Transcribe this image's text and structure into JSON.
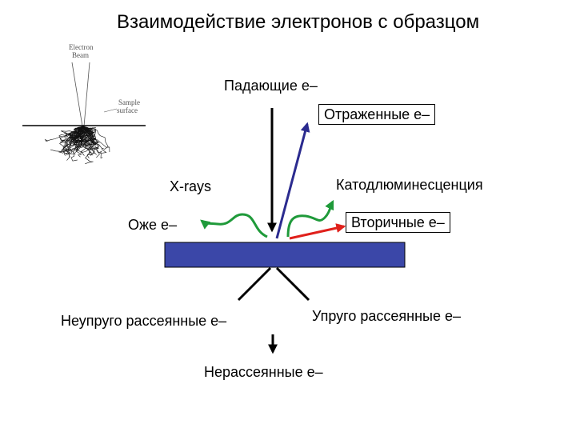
{
  "title": "Взаимодействие электронов с образцом",
  "labels": {
    "incident": "Падающие е–",
    "reflected": "Отраженные е–",
    "xrays": "X-rays",
    "cathodo": "Катодлюминесценция",
    "auger": "Оже е–",
    "secondary": "Вторичные е–",
    "inelastic": "Неупруго рассеянные е–",
    "elastic": "Упруго рассеянные е–",
    "unscattered": "Нерассеянные е–"
  },
  "inset": {
    "beam_label_1": "Electron",
    "beam_label_2": "Beam",
    "surface_label_1": "Sample",
    "surface_label_2": "surface"
  },
  "colors": {
    "sample": "#3b47a8",
    "reflected_arrow": "#2b2b8f",
    "green_arrows": "#1f9a3a",
    "secondary_arrow": "#e0201b"
  }
}
